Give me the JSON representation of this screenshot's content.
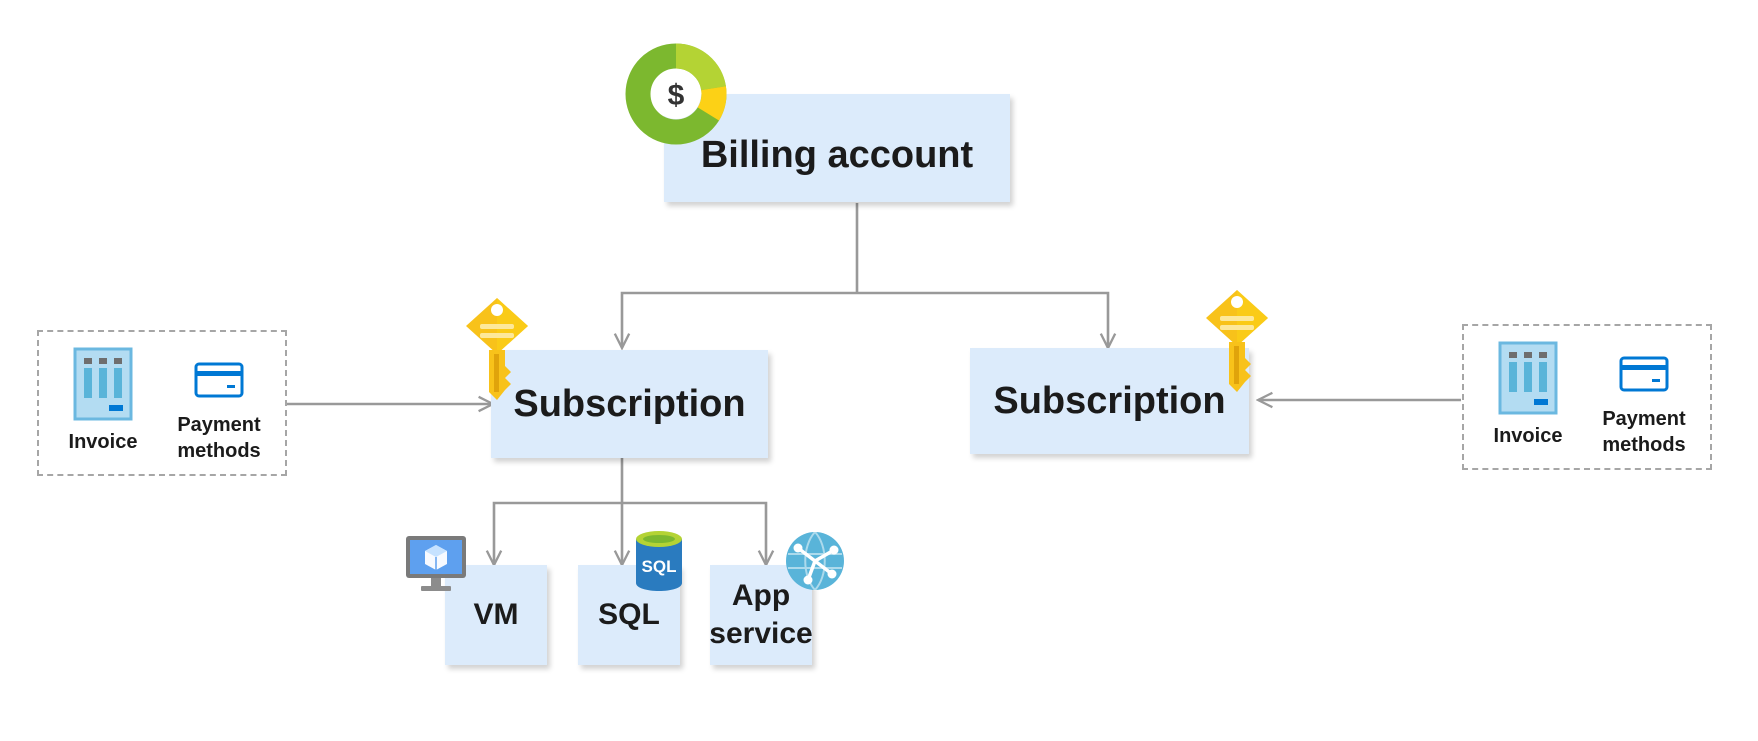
{
  "billing": {
    "label": "Billing account",
    "icon": "billing-dollar-icon",
    "currency_symbol": "$"
  },
  "subscriptions": [
    {
      "label": "Subscription",
      "icon": "key-icon"
    },
    {
      "label": "Subscription",
      "icon": "key-icon"
    }
  ],
  "resources": [
    {
      "label": "VM",
      "icon": "virtual-machine-icon"
    },
    {
      "label": "SQL",
      "icon": "sql-database-icon",
      "icon_text": "SQL"
    },
    {
      "label": "App\nservice",
      "icon": "app-service-icon"
    }
  ],
  "groups": [
    {
      "invoice_label": "Invoice",
      "payment_label": "Payment\nmethods"
    },
    {
      "invoice_label": "Invoice",
      "payment_label": "Payment\nmethods"
    }
  ],
  "colors": {
    "box_fill": "#dcebfb",
    "connector": "#999999",
    "key_gold": "#f8c21a",
    "donut_green": "#7cb82f",
    "donut_light_green": "#b4d334",
    "donut_yellow": "#fcd116",
    "invoice_blue": "#6bb8e0",
    "card_blue": "#0078d4",
    "vm_blue": "#5ea0ef",
    "sql_blue": "#2a7bbf",
    "app_service_blue": "#59b4d9"
  }
}
